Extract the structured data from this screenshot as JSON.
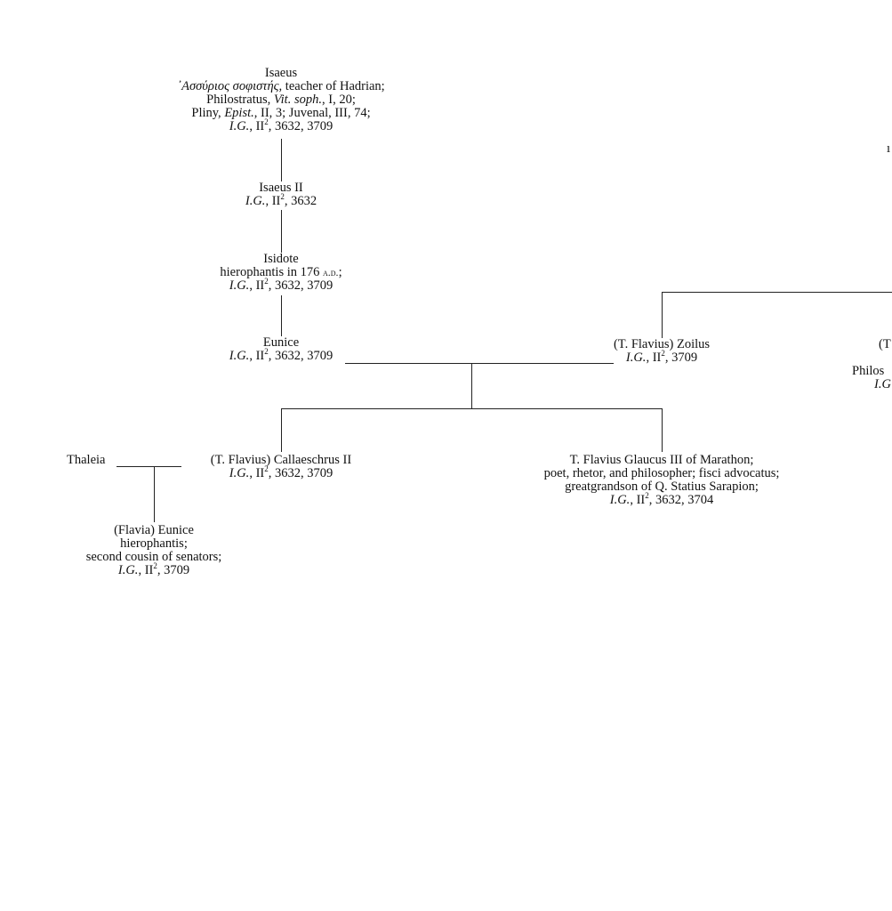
{
  "nodes": {
    "isaeus": {
      "name": "Isaeus",
      "greek": "᾿Ασσύριος σοφιστής,",
      "l1_rest": " teacher of Hadrian;",
      "l2_a": "Philostratus, ",
      "l2_it": "Vit. soph.",
      "l2_b": ", I, 20;",
      "l3_a": "Pliny, ",
      "l3_it": "Epist.",
      "l3_b": ", II, 3; Juvenal, III, 74;",
      "ref_it": "I.G.",
      "ref_a": ", II",
      "ref_sup": "2",
      "ref_b": ", 3632, 3709"
    },
    "isaeus2": {
      "name": "Isaeus II",
      "ref_it": "I.G.",
      "ref_a": ", II",
      "ref_sup": "2",
      "ref_b": ", 3632"
    },
    "isidote": {
      "name": "Isidote",
      "role_a": "hierophantis in 176 ",
      "role_sc": "a.d.",
      "role_b": ";",
      "ref_it": "I.G.",
      "ref_a": ", II",
      "ref_sup": "2",
      "ref_b": ", 3632, 3709"
    },
    "eunice": {
      "name": "Eunice",
      "ref_it": "I.G.",
      "ref_a": ", II",
      "ref_sup": "2",
      "ref_b": ", 3632, 3709"
    },
    "zoilus": {
      "name": "(T. Flavius) Zoilus",
      "ref_it": "I.G.",
      "ref_a": ", II",
      "ref_sup": "2",
      "ref_b": ", 3709"
    },
    "right_partial": {
      "name": "(T",
      "role": "Philos",
      "ref_it": "I.G"
    },
    "thaleia": {
      "name": "Thaleia"
    },
    "callaeschrus": {
      "name": "(T. Flavius) Callaeschrus II",
      "ref_it": "I.G.",
      "ref_a": ", II",
      "ref_sup": "2",
      "ref_b": ", 3632, 3709"
    },
    "glaucus": {
      "name": "T. Flavius Glaucus III of Marathon;",
      "l2": "poet, rhetor, and philosopher; fisci advocatus;",
      "l3": "greatgrandson of Q. Statius Sarapion;",
      "ref_it": "I.G.",
      "ref_a": ", II",
      "ref_sup": "2",
      "ref_b": ", 3632, 3704"
    },
    "flavia_eunice": {
      "name": "(Flavia) Eunice",
      "l2": "hierophantis;",
      "l3": "second cousin of senators;",
      "ref_it": "I.G.",
      "ref_a": ", II",
      "ref_sup": "2",
      "ref_b": ", 3709"
    },
    "edge_mark": {
      "text": "ı"
    }
  }
}
